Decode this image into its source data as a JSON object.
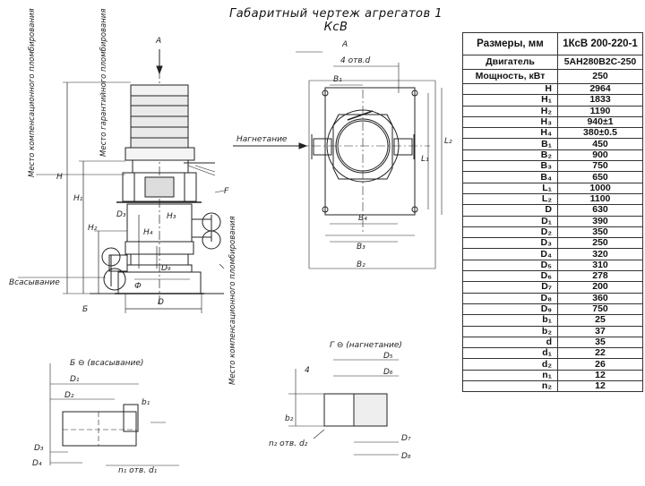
{
  "title": "Габаритный чертеж агрегатов 1 КсВ",
  "view_labels": {
    "main_arrow": "А",
    "plan_view": "А",
    "detail_b": "Б",
    "detail_g": "Г",
    "detail_b_title": "Б  ⊖ (всасывание)",
    "detail_g_title": "Г ⊖ (нагнетание)"
  },
  "annotations": {
    "compensator_left": "Место компенсационного пломбирования",
    "guarantee_seal": "Место гарантийного пломбирования",
    "compensator_right": "Место компенсационного пломбирования",
    "suction": "Всасывание",
    "discharge": "Нагнетание",
    "holes_top": "4 отв.d",
    "holes_b": "n₁ отв. d₁",
    "holes_g": "n₂ отв. d₂",
    "phi": "Ф"
  },
  "dim_labels": {
    "H": "H",
    "H1": "H₁",
    "H2": "H₂",
    "H3": "H₃",
    "H4": "H₄",
    "D": "D",
    "D1": "D₁",
    "D2": "D₂",
    "D3": "D₃",
    "D4": "D₄",
    "D5": "D₅",
    "D6": "D₆",
    "D7": "D₇",
    "D8": "D₈",
    "D9": "D₉",
    "B1": "B₁",
    "B2": "B₂",
    "B3": "B₃",
    "B4": "B₄",
    "L1": "L₁",
    "L2": "L₂",
    "b1": "b₁",
    "b2": "b₂",
    "d": "d",
    "four": "4"
  },
  "table": {
    "header": [
      "Размеры, мм",
      "1КсВ 200-220-1"
    ],
    "rows": [
      [
        "Двигатель",
        "5АН280В2С-250"
      ],
      [
        "Мощность, кВт",
        "250"
      ],
      [
        "H",
        "2964"
      ],
      [
        "H₁",
        "1833"
      ],
      [
        "H₂",
        "1190"
      ],
      [
        "H₃",
        "940±1"
      ],
      [
        "H₄",
        "380±0.5"
      ],
      [
        "B₁",
        "450"
      ],
      [
        "B₂",
        "900"
      ],
      [
        "B₃",
        "750"
      ],
      [
        "B₄",
        "650"
      ],
      [
        "L₁",
        "1000"
      ],
      [
        "L₂",
        "1100"
      ],
      [
        "D",
        "630"
      ],
      [
        "D₁",
        "390"
      ],
      [
        "D₂",
        "350"
      ],
      [
        "D₃",
        "250"
      ],
      [
        "D₄",
        "320"
      ],
      [
        "D₅",
        "310"
      ],
      [
        "D₆",
        "278"
      ],
      [
        "D₇",
        "200"
      ],
      [
        "D₈",
        "360"
      ],
      [
        "D₉",
        "750"
      ],
      [
        "b₁",
        "25"
      ],
      [
        "b₂",
        "37"
      ],
      [
        "d",
        "35"
      ],
      [
        "d₁",
        "22"
      ],
      [
        "d₂",
        "26"
      ],
      [
        "n₁",
        "12"
      ],
      [
        "n₂",
        "12"
      ]
    ]
  }
}
